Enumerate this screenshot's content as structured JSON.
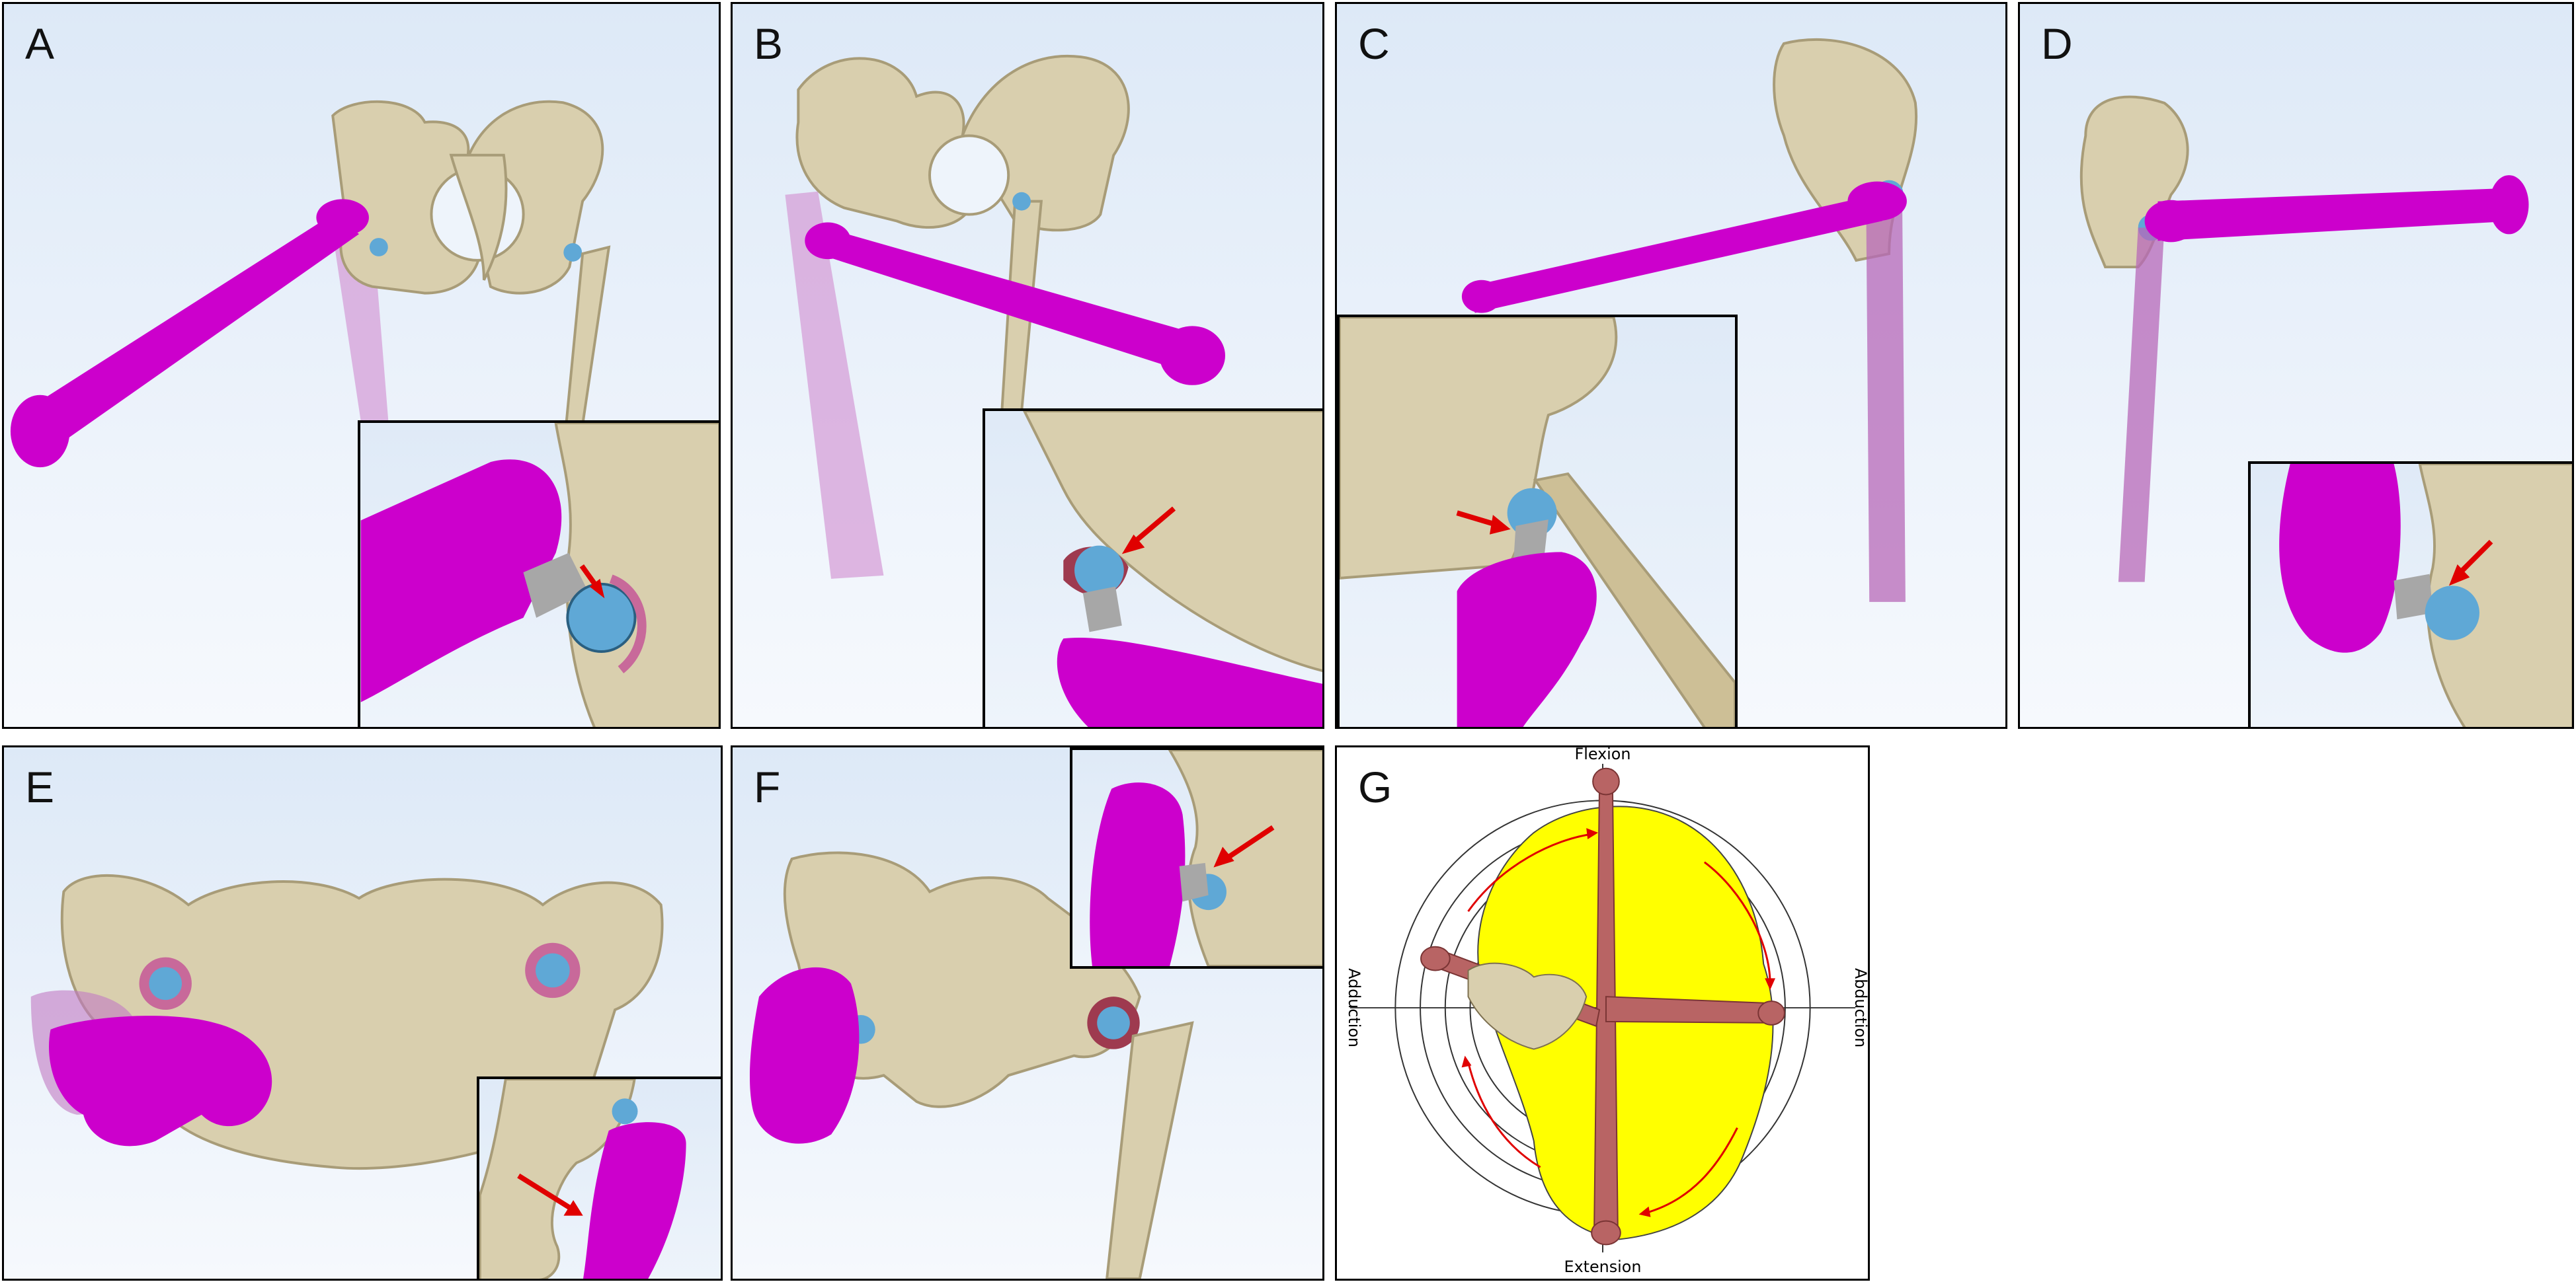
{
  "panels": [
    {
      "id": "A",
      "label": "A"
    },
    {
      "id": "B",
      "label": "B"
    },
    {
      "id": "C",
      "label": "C"
    },
    {
      "id": "D",
      "label": "D"
    },
    {
      "id": "E",
      "label": "E"
    },
    {
      "id": "F",
      "label": "F"
    },
    {
      "id": "G",
      "label": "G"
    }
  ],
  "polar_plot": {
    "top_label": "Flexion",
    "bottom_label": "Extension",
    "left_label": "Adduction",
    "right_label": "Abduction"
  },
  "colors": {
    "bone": "#d9cfae",
    "bone_shadow": "#a89c78",
    "femur_moving": "#cc00cc",
    "femur_ghost": "#d49ad6",
    "prosthesis_ball": "#5fa8d6",
    "prosthesis_metal": "#a7a7a7",
    "arrow": "#e00000",
    "rom_area": "#ffff00",
    "plot_bone": "#b86464"
  }
}
